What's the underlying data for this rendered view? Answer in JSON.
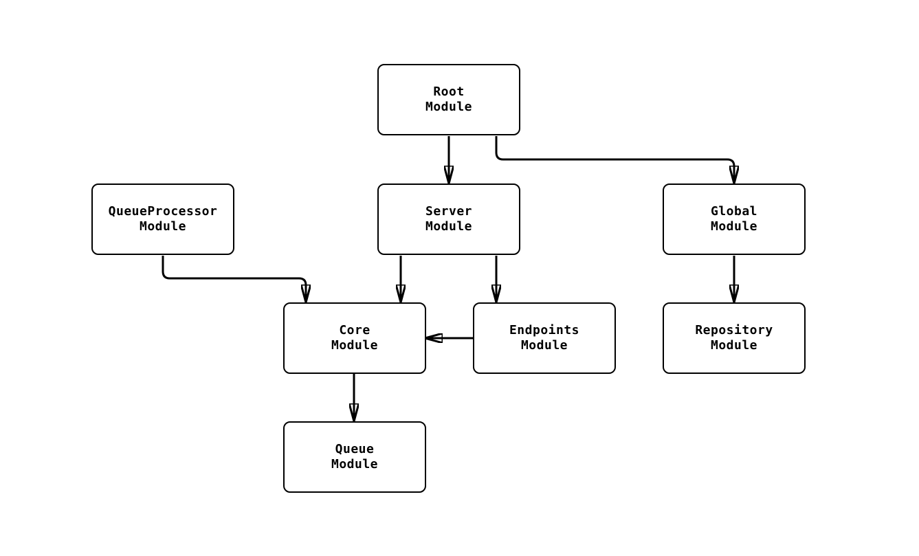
{
  "diagram": {
    "type": "module-dependency-diagram",
    "colors": {
      "background": "#ffffff",
      "node_fill": "#ffffff",
      "stroke": "#000000",
      "text": "#000000"
    },
    "nodes": {
      "root": {
        "line1": "Root",
        "line2": "Module"
      },
      "queueproc": {
        "line1": "QueueProcessor",
        "line2": "Module"
      },
      "server": {
        "line1": "Server",
        "line2": "Module"
      },
      "global": {
        "line1": "Global",
        "line2": "Module"
      },
      "core": {
        "line1": "Core",
        "line2": "Module"
      },
      "endpoints": {
        "line1": "Endpoints",
        "line2": "Module"
      },
      "repository": {
        "line1": "Repository",
        "line2": "Module"
      },
      "queue": {
        "line1": "Queue",
        "line2": "Module"
      }
    },
    "edges": [
      {
        "from": "Root Module",
        "to": "Server Module"
      },
      {
        "from": "Root Module",
        "to": "Global Module"
      },
      {
        "from": "QueueProcessor Module",
        "to": "Core Module"
      },
      {
        "from": "Server Module",
        "to": "Core Module"
      },
      {
        "from": "Server Module",
        "to": "Endpoints Module"
      },
      {
        "from": "Global Module",
        "to": "Repository Module"
      },
      {
        "from": "Endpoints Module",
        "to": "Core Module"
      },
      {
        "from": "Core Module",
        "to": "Queue Module"
      }
    ]
  }
}
